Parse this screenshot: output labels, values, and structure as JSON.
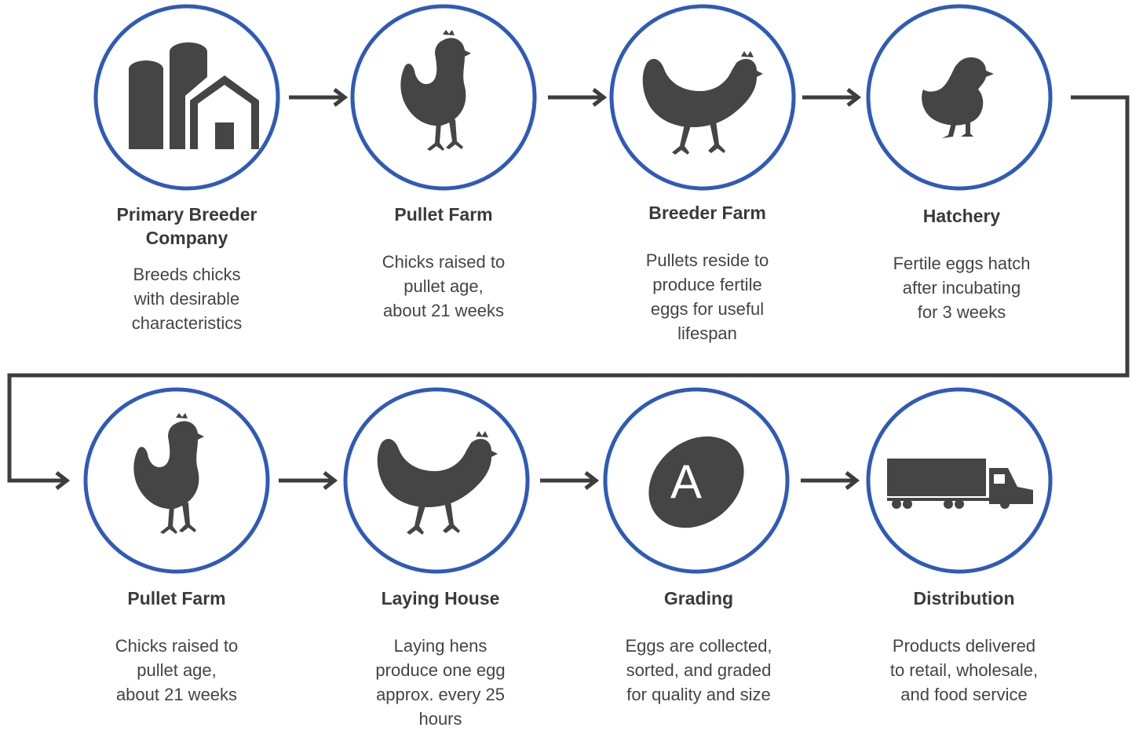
{
  "colors": {
    "circle_stroke": "#2f5bb7",
    "icon_fill": "#454545",
    "connector": "#3d3d3d"
  },
  "stages": [
    {
      "title": "Primary Breeder\nCompany",
      "desc": "Breeds chicks\nwith desirable\ncharacteristics",
      "icon": "farm-barn-silo-icon"
    },
    {
      "title": "Pullet Farm",
      "desc": "Chicks raised to\npullet age,\nabout 21 weeks",
      "icon": "pullet-icon"
    },
    {
      "title": "Breeder Farm",
      "desc": "Pullets reside to\nproduce fertile\neggs for useful\nlifespan",
      "icon": "hen-icon"
    },
    {
      "title": "Hatchery",
      "desc": "Fertile eggs hatch\nafter incubating\nfor 3 weeks",
      "icon": "chick-icon"
    },
    {
      "title": "Pullet Farm",
      "desc": "Chicks raised to\npullet age,\nabout 21 weeks",
      "icon": "pullet-icon"
    },
    {
      "title": "Laying House",
      "desc": "Laying hens\nproduce one egg\napprox. every 25\nhours",
      "icon": "laying-hen-icon"
    },
    {
      "title": "Grading",
      "desc": "Eggs are collected,\nsorted, and graded\nfor quality and size",
      "icon": "grade-a-egg-icon",
      "egg_grade": "A"
    },
    {
      "title": "Distribution",
      "desc": "Products delivered\nto retail, wholesale,\nand food service",
      "icon": "truck-icon"
    }
  ]
}
